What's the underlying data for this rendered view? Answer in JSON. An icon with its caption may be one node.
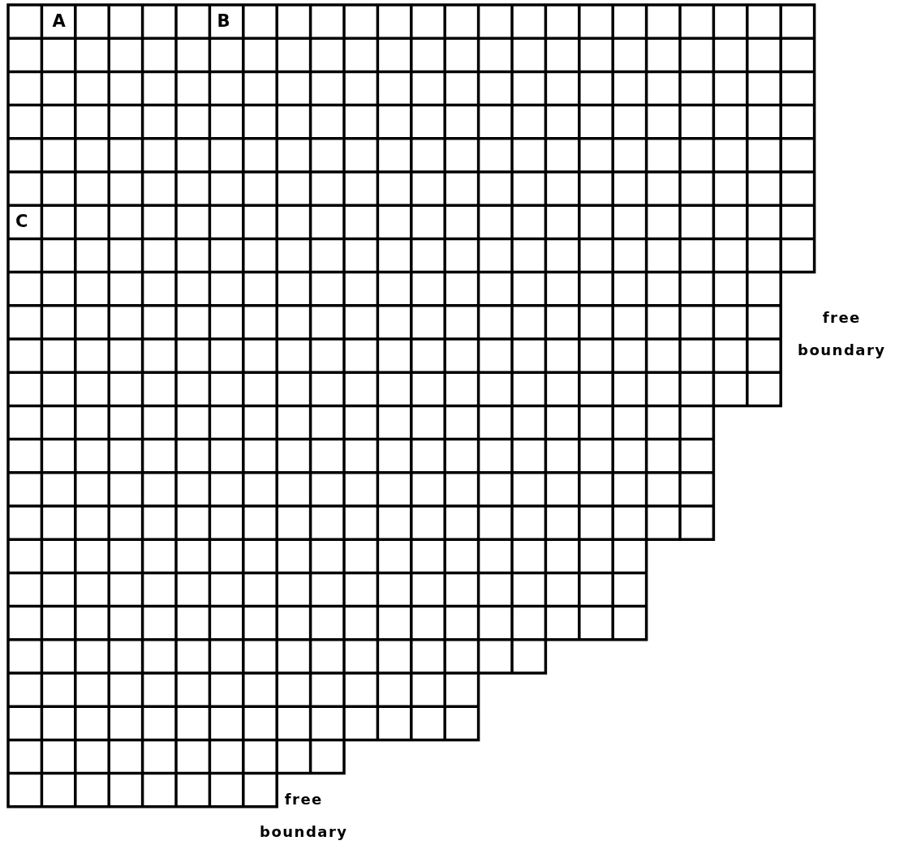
{
  "diagram": {
    "labels": [
      "A",
      "B",
      "C",
      "free boundary",
      "free boundary"
    ]
  }
}
